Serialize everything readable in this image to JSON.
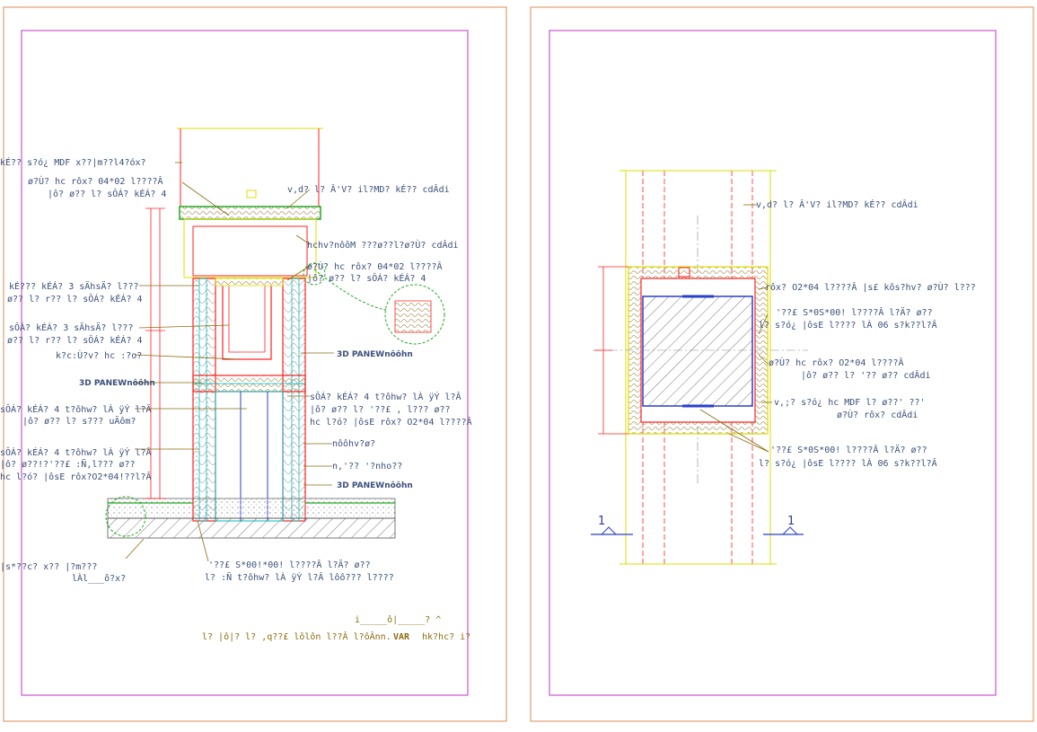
{
  "left_sheet": {
    "top_leader": "kÉ?? s?ó¿ MDF    x??|m??l4?óx?",
    "labels_left": [
      "ø?Ù? hc rôx? 04*02 l????Â",
      "|ô? ø?? l? sÔÁ? kÉÁ? 4",
      "kÉ??? kÉÁ? 3 sÄhsÄ? l???",
      "ø?? l? r?? l? sÔÁ? kÉÁ? 4",
      "sÔÁ? kÉÁ? 3 sÄhsÄ? l???",
      "ø?? l? r?? l? sÔÁ? kÉÁ? 4",
      "k?c:Ù?v? hc :?o?",
      "3D PANEWnôôhn",
      "sÔÁ? kÉÁ? 4 t?ôhw? lÀ ÿÝ l?Â",
      "|ô? ø?? l? s??? uÄôm?",
      "sÔÁ? kÉÁ? 4 t?ôhw? lÀ ÿÝ l?Â",
      "|ô? ø??!?'??£ :Ñ,l??? ø??",
      "hc l?ó? |ôsE rôx?O2*04!??l?Â"
    ],
    "labels_right": [
      "v,d? l? Â'V?       il?MD?       kÉ??   cdÂdi",
      "hchv?nôôM    ???ø??l?ø?Ù?  cdÂdi",
      "ø?Ù? hc rôx? 04*02 l????Â",
      "|ô? ø?? l? sÔÁ? kÉÁ? 4",
      "3D PANEWnôôhn",
      "sÔÁ? kÉÁ? 4 t?ôhw? lÀ ÿÝ l?Â",
      "|ô? ø?? l? '??£ , l??? ø??",
      "hc l?ó? |ôsE rôx? O2*04 l????Â",
      "nôôhv?ø?",
      "n,'?? '?nho??",
      "3D PANEWnôôhn"
    ],
    "bottom_left": [
      "|s*??c? x?? |?m???",
      "lÀl___ô?x?"
    ],
    "bottom_center": [
      "'??£ S*00!*00! l????Â l?Ä? ø??",
      "l? :Ñ t?ôhw? lÀ ÿÝ l?Â lôô??? l????"
    ],
    "title_line1": "i_____ô|_____? ^",
    "title_line2_a": "hk?hc? i?",
    "title_line2_b": "VAR",
    "title_line2_c": "l? |ô|? l? ,q??£ lôlôn l??Â l?ôÂnn."
  },
  "right_sheet": {
    "top_leader": "v,d? l? Â'V?       il?MD?       kÉ??   cdÂdi",
    "labels_right": [
      "rôx? O2*04 l????Â |s£ kôs?hv? ø?Ù? l???",
      "'??£ S*0S*00! l????Â l?Ä? ø??",
      "l? s?ó¿ |ôsE l???? lÀ 06 s?k??l?Â",
      "ø?Ù? hc rôx? O2*04 l????Â",
      "|ô? ø?? l? '?? ø?? cdÂdi",
      "v,;? s?ó¿ hc MDF   l? ø??' ??'",
      "ø?Ù? rôx? cdÂdi",
      "'??£ S*0S*00! l????Â l?Ä? ø??",
      "l? s?ó¿ |ôsE l???? lÀ 06 s?k??l?Â"
    ],
    "section_marker": "1"
  },
  "colors": {
    "frame": "#e0a070",
    "viewport": "#cc55cc",
    "outline": "#ff2020",
    "yellow": "#dddd00",
    "green": "#22aa22",
    "cyan": "#00bbbb",
    "blue": "#2a3fcc",
    "leader": "#8a6d12",
    "text": "#3d4f7a"
  }
}
